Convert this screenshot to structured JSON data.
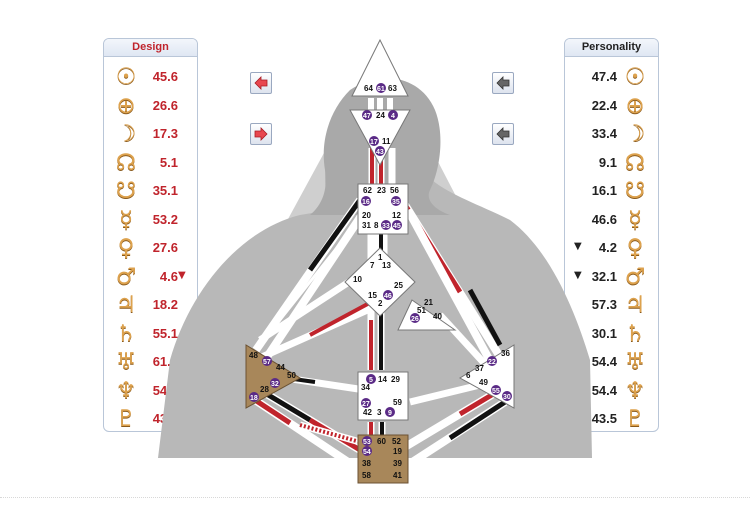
{
  "design": {
    "title": "Design",
    "rows": [
      {
        "planet": "sun",
        "glyph": "☉",
        "value": "45.6",
        "mark": ""
      },
      {
        "planet": "earth",
        "glyph": "⊕",
        "value": "26.6",
        "mark": ""
      },
      {
        "planet": "moon",
        "glyph": "☽",
        "value": "17.3",
        "mark": ""
      },
      {
        "planet": "north-node",
        "glyph": "☊",
        "value": "5.1",
        "mark": ""
      },
      {
        "planet": "south-node",
        "glyph": "☋",
        "value": "35.1",
        "mark": ""
      },
      {
        "planet": "mercury",
        "glyph": "☿",
        "value": "53.2",
        "mark": ""
      },
      {
        "planet": "venus",
        "glyph": "♀",
        "value": "27.6",
        "mark": ""
      },
      {
        "planet": "mars",
        "glyph": "♂",
        "value": "4.6",
        "mark": "▼"
      },
      {
        "planet": "jupiter",
        "glyph": "♃",
        "value": "18.2",
        "mark": ""
      },
      {
        "planet": "saturn",
        "glyph": "♄",
        "value": "55.1",
        "mark": ""
      },
      {
        "planet": "uranus",
        "glyph": "♅",
        "value": "61.1",
        "mark": ""
      },
      {
        "planet": "neptune",
        "glyph": "♆",
        "value": "54.6",
        "mark": ""
      },
      {
        "planet": "pluto",
        "glyph": "♇",
        "value": "43.5",
        "mark": ""
      }
    ]
  },
  "personality": {
    "title": "Personality",
    "rows": [
      {
        "planet": "sun",
        "glyph": "☉",
        "value": "47.4",
        "mark": ""
      },
      {
        "planet": "earth",
        "glyph": "⊕",
        "value": "22.4",
        "mark": ""
      },
      {
        "planet": "moon",
        "glyph": "☽",
        "value": "33.4",
        "mark": ""
      },
      {
        "planet": "north-node",
        "glyph": "☊",
        "value": "9.1",
        "mark": ""
      },
      {
        "planet": "south-node",
        "glyph": "☋",
        "value": "16.1",
        "mark": ""
      },
      {
        "planet": "mercury",
        "glyph": "☿",
        "value": "46.6",
        "mark": ""
      },
      {
        "planet": "venus",
        "glyph": "♀",
        "value": "4.2",
        "mark": "▼"
      },
      {
        "planet": "mars",
        "glyph": "♂",
        "value": "32.1",
        "mark": "▼"
      },
      {
        "planet": "jupiter",
        "glyph": "♃",
        "value": "57.3",
        "mark": ""
      },
      {
        "planet": "saturn",
        "glyph": "♄",
        "value": "30.1",
        "mark": ""
      },
      {
        "planet": "uranus",
        "glyph": "♅",
        "value": "54.4",
        "mark": ""
      },
      {
        "planet": "neptune",
        "glyph": "♆",
        "value": "54.4",
        "mark": ""
      },
      {
        "planet": "pluto",
        "glyph": "♇",
        "value": "43.5",
        "mark": ""
      }
    ]
  },
  "nav": {
    "design_buttons": [
      "arrow-left-red-icon",
      "arrow-right-red-icon"
    ],
    "personality_buttons": [
      "arrow-left-gray-icon",
      "arrow-left-gray-icon"
    ]
  },
  "colors": {
    "design": "#c0242c",
    "personality": "#111111",
    "planet_glyph": "#dda24e",
    "defined_center": "#a8875a",
    "active_gate_badge": "#5a2a86"
  },
  "bodygraph": {
    "gates": {
      "head": [
        "64",
        "61",
        "63"
      ],
      "ajna": [
        "47",
        "24",
        "4",
        "17",
        "11",
        "43"
      ],
      "throat": [
        "62",
        "23",
        "56",
        "16",
        "35",
        "20",
        "31",
        "8",
        "33",
        "45",
        "12"
      ],
      "g_center": [
        "1",
        "7",
        "13",
        "10",
        "15",
        "46",
        "25",
        "2"
      ],
      "heart": [
        "21",
        "51",
        "26",
        "40"
      ],
      "spleen": [
        "48",
        "57",
        "44",
        "50",
        "32",
        "28",
        "18"
      ],
      "solar_plexus": [
        "36",
        "22",
        "37",
        "6",
        "49",
        "55",
        "30"
      ],
      "sacral": [
        "5",
        "14",
        "29",
        "34",
        "27",
        "42",
        "3",
        "59",
        "9"
      ],
      "root": [
        "53",
        "60",
        "52",
        "54",
        "19",
        "38",
        "39",
        "58",
        "41"
      ]
    },
    "active_gates": [
      "61",
      "47",
      "4",
      "17",
      "43",
      "16",
      "35",
      "33",
      "45",
      "46",
      "26",
      "57",
      "32",
      "18",
      "22",
      "55",
      "30",
      "5",
      "27",
      "9",
      "53",
      "54"
    ]
  }
}
